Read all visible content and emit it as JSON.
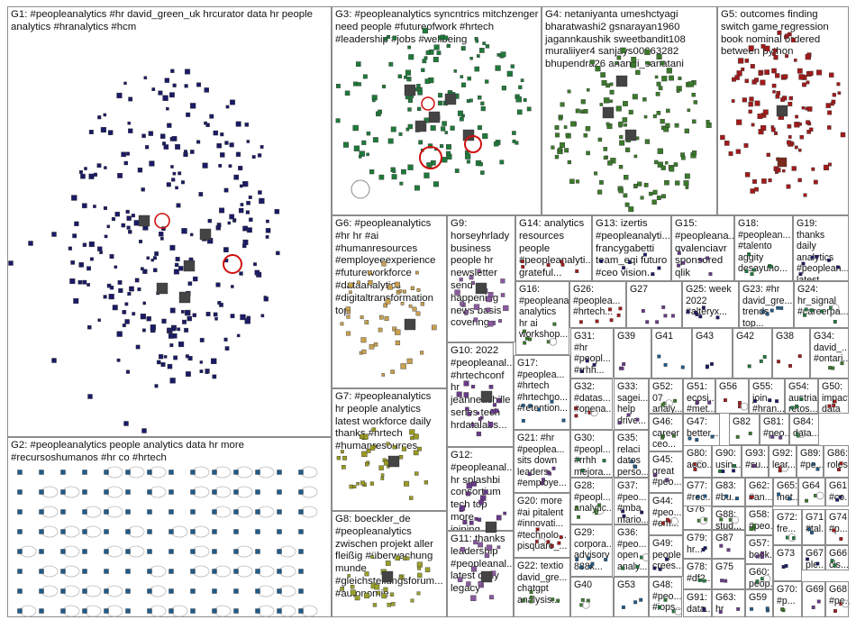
{
  "colors": {
    "G1": "#1a1a66",
    "G2": "#1f5b8a",
    "G3": "#1e7a3a",
    "G4": "#3a7a2a",
    "G5": "#a31a1a",
    "G6": "#c8a050",
    "G7": "#9a9a22",
    "G8": "#9aa02a",
    "G9": "#8a5aa0",
    "G10": "#6a3a8a",
    "edge": "#8a8a8a",
    "loop": "#d01010"
  },
  "groups": [
    {
      "id": "G1",
      "label": "G1: #peopleanalytics #hr david_green_uk hrcurator data hr people\nanalytics #hranalytics #hcm"
    },
    {
      "id": "G2",
      "label": "G2: #peopleanalytics people analytics data hr more\n#recursoshumanos #hr co #hrtech"
    },
    {
      "id": "G3",
      "label": "G3: #peopleanalytics syncntrics mitchzenger\nneed people #futureofwork #hrtech\n#leadership #jobs #wellbeing"
    },
    {
      "id": "G4",
      "label": "G4: netaniyanta umeshctyagi\nbharatwashi2 gsnarayan1960\njagannkaushik sweetbandit108\nmuraliiyer4 sanjays00663282\nbhupendra26 anandi_sanatani"
    },
    {
      "id": "G5",
      "label": "G5: outcomes finding\nswitch game regression\nbook nominal ordered\nbetween python"
    },
    {
      "id": "G6",
      "label": "G6: #peopleanalytics\n#hr hr #ai\n#humanresources\n#employeeexperience\n#futureworkforce\n#dataanalytics\n#digitaltransformation\ntop"
    },
    {
      "id": "G7",
      "label": "G7: #peopleanalytics\nhr people analytics\nlatest workforce daily\nthanks #hrtech\n#humanresources"
    },
    {
      "id": "G8",
      "label": "G8: boeckler_de\n#peopleanalytics\nzwischen projekt aller\nfleißig #überwachung\nmunde\n#gleichstellungsforum...\n#autonomie"
    },
    {
      "id": "G9",
      "label": "G9:\nhorseyhrlady\nbusiness\npeople hr\nnewsletter\nsend\nhappening\nnews basis\ncovering"
    },
    {
      "id": "G10",
      "label": "G10: 2022\n#peopleanal...\n#hrtechconf\nhr\njeanneachille\nseries tech\nhrdatalabs..."
    },
    {
      "id": "G11",
      "label": "G11: thanks\nleadership\n#peopleanal...\nlatest daily\nlegacy"
    },
    {
      "id": "G12",
      "label": "G12:\n#peopleanal...\nhr splashbi\nconsortium\ntech top more\njoining..."
    },
    {
      "id": "G13",
      "label": "G13: izertis\n#peopleanalyti...\nfrancygabetti\nteam_eqi futuro\n#ceo vision..."
    },
    {
      "id": "G14",
      "label": "G14: analytics\nresources\npeople\n#peopleanalyti...\ngrateful..."
    },
    {
      "id": "G15",
      "label": "G15:\n#peopleana...\nqvalenciavr\nsponsored\nqlik insights..."
    },
    {
      "id": "G16",
      "label": "G16:\n#peopleana...\nanalytics\nhr ai\nworkshop..."
    },
    {
      "id": "G17",
      "label": "G17:\n#peoplea...\n#hrtech\n#hrtechno...\n#retention..."
    },
    {
      "id": "G18",
      "label": "G18:\n#peoplean...\n#talento\naggity\ndesayuno..."
    },
    {
      "id": "G19",
      "label": "G19:\nthanks daily\nanalytics\n#peoplean...\nlatest..."
    },
    {
      "id": "G20",
      "label": "G20: more\n#ai pitalent\n#innovati...\n#technolo...\npisquare_..."
    },
    {
      "id": "G21",
      "label": "G21: #hr\n#peoplea...\nsits down\nleaders\n#employe..."
    },
    {
      "id": "G22",
      "label": "G22: textio\ndavid_gre...\nchatgpt\nanalysis..."
    },
    {
      "id": "G23",
      "label": "G23: #hr\ndavid_gre...\ntrends top..."
    },
    {
      "id": "G24",
      "label": "G24:\nhr_signal\n#careerpa..."
    },
    {
      "id": "G25",
      "label": "G25: week\n2022\n#alteryx..."
    },
    {
      "id": "G26",
      "label": "G26:\n#peoplea...\n#hrtech..."
    },
    {
      "id": "G27",
      "label": "G27"
    },
    {
      "id": "G28",
      "label": "G28:\n#peopl...\nanalytic..."
    },
    {
      "id": "G29",
      "label": "G29:\ncorpora...\nadvisory\n888x..."
    },
    {
      "id": "G30",
      "label": "G30:\n#peopl...\n#rrhh\nmejora..."
    },
    {
      "id": "G31",
      "label": "G31: #hr\n#peopl...\n#rrhh..."
    },
    {
      "id": "G32",
      "label": "G32:\n#datas...\n#opena..."
    },
    {
      "id": "G33",
      "label": "G33:\nsagei...\nhelp\ndrive..."
    },
    {
      "id": "G34",
      "label": "G34:\ndavid_...\n#ontari..."
    },
    {
      "id": "G35",
      "label": "G35:\nrelaci\ndatos\nperso..."
    },
    {
      "id": "G36",
      "label": "G36:\n#peo...\nopen\nanaly..."
    },
    {
      "id": "G37",
      "label": "G37:\n#peo...\n#mba\nmario..."
    },
    {
      "id": "G38",
      "label": "G38"
    },
    {
      "id": "G39",
      "label": "G39"
    },
    {
      "id": "G40",
      "label": "G40"
    },
    {
      "id": "G41",
      "label": "G41"
    },
    {
      "id": "G42",
      "label": "G42"
    },
    {
      "id": "G43",
      "label": "G43"
    },
    {
      "id": "G44",
      "label": "G44:\n#peo...\n#em..."
    },
    {
      "id": "G45",
      "label": "G45:\ngreat\n#peo..."
    },
    {
      "id": "G46",
      "label": "G46:\ncareer\nceo..."
    },
    {
      "id": "G47",
      "label": "G47:\nbetter..."
    },
    {
      "id": "G48",
      "label": "G48:\n#peo...\n#iops..."
    },
    {
      "id": "G49",
      "label": "G49:\npeople\ncrees..."
    },
    {
      "id": "G50",
      "label": "G50:\nimpact\ndata"
    },
    {
      "id": "G51",
      "label": "G51:\necosi...\n#met..."
    },
    {
      "id": "G52",
      "label": "G52:\n07\nanaly..."
    },
    {
      "id": "G53",
      "label": "G53"
    },
    {
      "id": "G54",
      "label": "G54:\naustria\nretos..."
    },
    {
      "id": "G55",
      "label": "G55:\njoin\n#hran..."
    },
    {
      "id": "G56",
      "label": "G56"
    },
    {
      "id": "G57",
      "label": "G57:\nbook..."
    },
    {
      "id": "G58",
      "label": "G58:\n#peo..."
    },
    {
      "id": "G59",
      "label": "G59"
    },
    {
      "id": "G60",
      "label": "G60:\npeop..."
    },
    {
      "id": "G61",
      "label": "G61:\n#co..."
    },
    {
      "id": "G62",
      "label": "G62:\n#an..."
    },
    {
      "id": "G63",
      "label": "G63:\nhr"
    },
    {
      "id": "G64",
      "label": "G64"
    },
    {
      "id": "G65",
      "label": "G65:\nmet..."
    },
    {
      "id": "G66",
      "label": "G66:\ncis..."
    },
    {
      "id": "G67",
      "label": "G67:\nple..."
    },
    {
      "id": "G68",
      "label": "G68:\n#pe..."
    },
    {
      "id": "G69",
      "label": "G69"
    },
    {
      "id": "G70",
      "label": "G70:\n#p..."
    },
    {
      "id": "G71",
      "label": "G71:\n#tal..."
    },
    {
      "id": "G72",
      "label": "G72:\nfre..."
    },
    {
      "id": "G73",
      "label": "G73"
    },
    {
      "id": "G74",
      "label": "G74:\n#p..."
    },
    {
      "id": "G75",
      "label": "G75"
    },
    {
      "id": "G76",
      "label": "G76"
    },
    {
      "id": "G77",
      "label": "G77:\n#rec..."
    },
    {
      "id": "G78",
      "label": "G78:\n#df2..."
    },
    {
      "id": "G79",
      "label": "G79:\nhr..."
    },
    {
      "id": "G80",
      "label": "G80:\nacco..."
    },
    {
      "id": "G81",
      "label": "G81:\n#peo..."
    },
    {
      "id": "G82",
      "label": "G82"
    },
    {
      "id": "G83",
      "label": "G83:\n#bu..."
    },
    {
      "id": "G84",
      "label": "G84:\ndata..."
    },
    {
      "id": "G85",
      "label": "G85:\nanal..."
    },
    {
      "id": "G86",
      "label": "G86:\nroles"
    },
    {
      "id": "G87",
      "label": "G87"
    },
    {
      "id": "G88",
      "label": "G88:\nstud..."
    },
    {
      "id": "G89",
      "label": "G89:\n#pe..."
    },
    {
      "id": "G90",
      "label": "G90:\nusin..."
    },
    {
      "id": "G91",
      "label": "G91:\ndata..."
    },
    {
      "id": "G92",
      "label": "G92:\nlear..."
    },
    {
      "id": "G93",
      "label": "G93:\n#su..."
    }
  ]
}
